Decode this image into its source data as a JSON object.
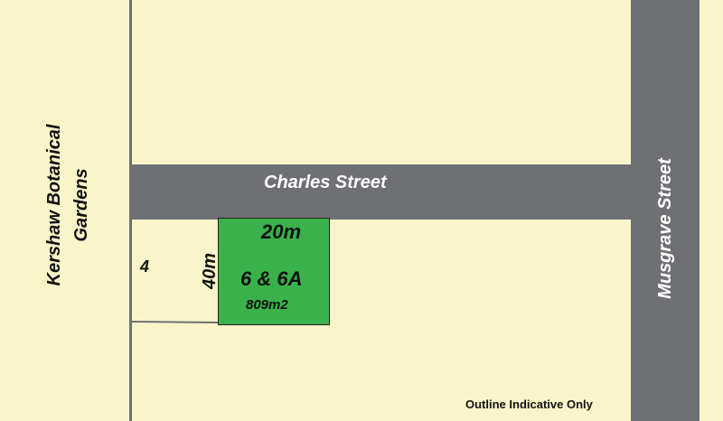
{
  "labels": {
    "charles_street": "Charles Street",
    "musgrave_street": "Musgrave Street",
    "kershaw_line1": "Kershaw Botanical",
    "kershaw_line2": "Gardens",
    "neighbour_lot": "4",
    "lot_number": "6 & 6A",
    "lot_area": "809m2",
    "frontage": "20m",
    "depth": "40m",
    "disclaimer": "Outline Indicative Only"
  },
  "colors": {
    "land": "#f9f5c8",
    "road": "#6f7074",
    "lot": "#3ab14a",
    "road_text": "#ffffff"
  }
}
